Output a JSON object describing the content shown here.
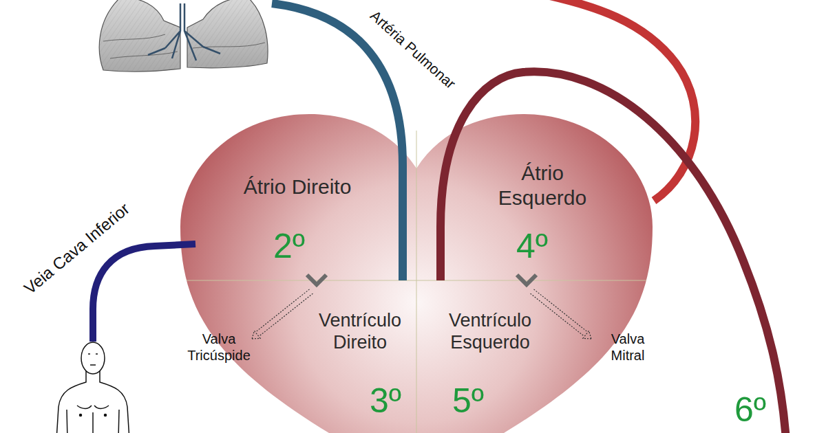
{
  "diagram": {
    "nodes": [
      {
        "text": [
          "Átrio Direito",
          "2º"
        ]
      },
      {
        "text": [
          "Átrio Esquerdo",
          "4º"
        ]
      },
      {
        "text": [
          "Ventrículo Direito",
          "3º"
        ]
      },
      {
        "text": [
          "Ventrículo Esquerdo",
          "5º"
        ]
      }
    ],
    "edges": [
      {
        "from": 0,
        "to": 2,
        "arrow": "to"
      },
      {
        "from": 1,
        "to": 3,
        "arrow": "to"
      }
    ],
    "labels": [
      "Artéria Pulmonar",
      "Veia Cava Inferior",
      "Valva Tricúspide",
      "Valva Mitral",
      "6º"
    ]
  }
}
